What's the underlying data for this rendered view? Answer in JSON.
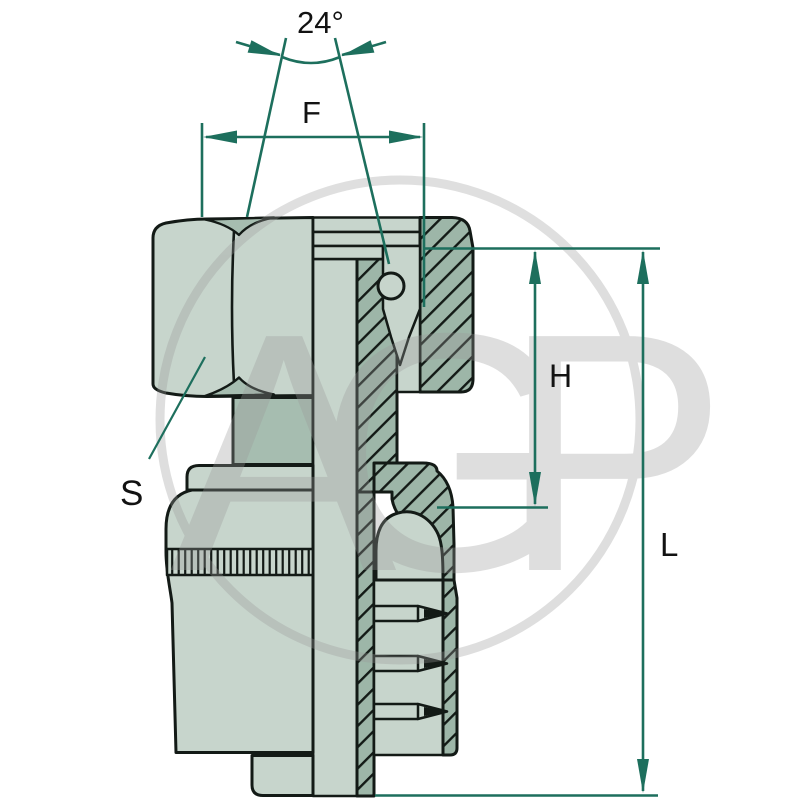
{
  "diagram": {
    "labels": {
      "angle": "24°",
      "thread": "F",
      "nut_height": "H",
      "total_length": "L",
      "wrench_size": "S"
    },
    "watermark": {
      "text": "AGP"
    },
    "colors": {
      "dimension_line": "#1d6f5d",
      "outline": "#131a16",
      "metal_light": "#c7d5cc",
      "metal_medium": "#a6bdb0",
      "section_hatch_fill": "#9db6a8",
      "watermark_gray": "#d8d8d8",
      "background": "#ffffff"
    }
  }
}
